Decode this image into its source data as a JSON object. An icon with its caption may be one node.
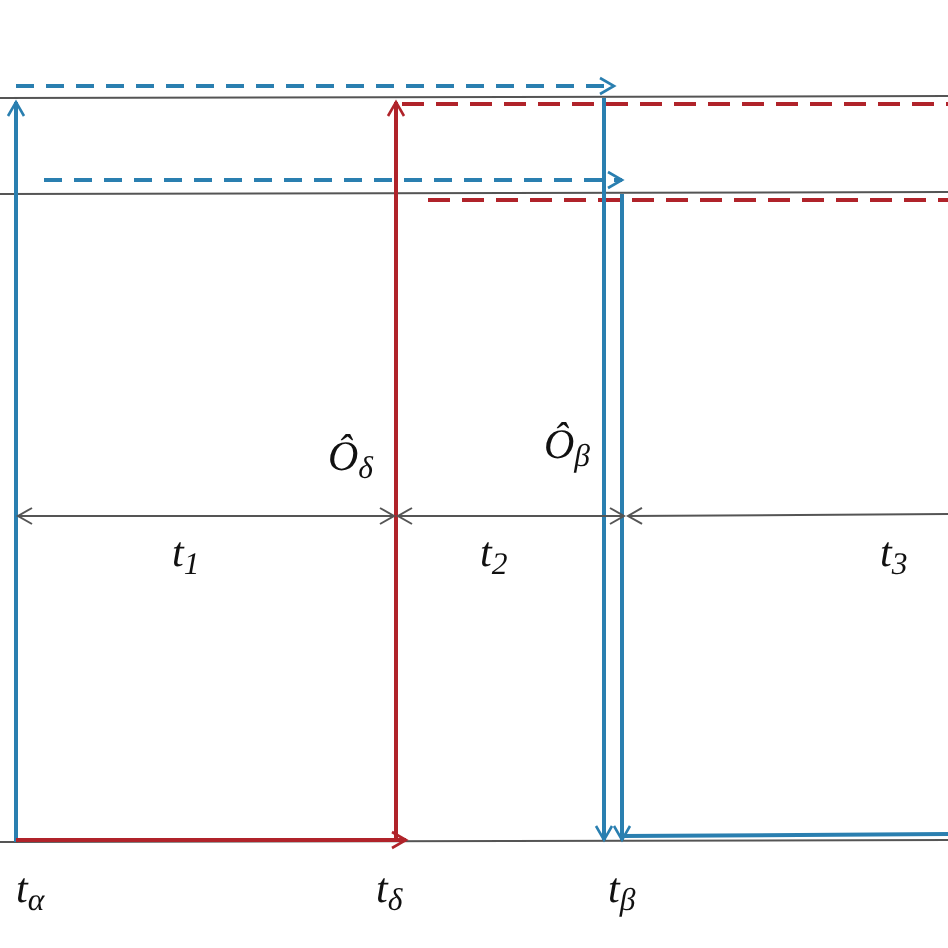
{
  "diagram": {
    "labels": [
      "Ô$_{δ}$",
      "Ô$_{β}$",
      "t$_{1}$",
      "t$_{2}$",
      "t$_{3}$",
      "t$_{α}$",
      "t$_{δ}$",
      "t$_{β}$"
    ]
  }
}
